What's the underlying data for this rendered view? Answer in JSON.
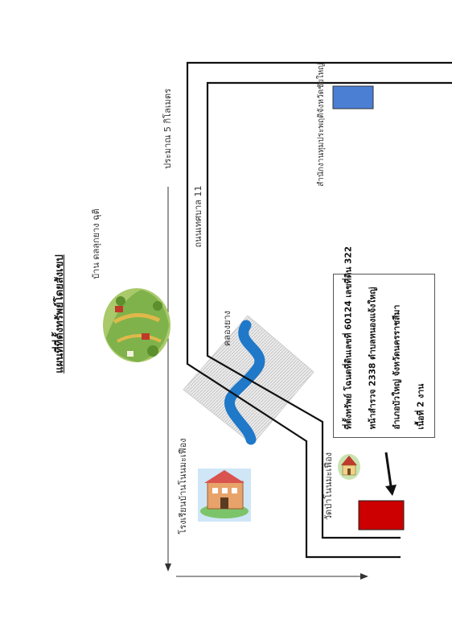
{
  "map": {
    "title": "แผนที่ที่ตั้งทรัพย์โดยสังเขป",
    "labels": {
      "village": "บ้าน ดลลุกยาง ฉุติ",
      "distance": "ประมาณ 5 กิโลเมตร",
      "road": "ถนนเทศบาล 11",
      "canal": "คลองยาง",
      "school": "โรงเรียนบ้านโนนมะเฟือง",
      "temple": "วัดป่าโนนมะเฟือง",
      "office": "สำนักงานทุมประพฤติจังหวัดชัยใหญ่"
    },
    "property_info": [
      "ที่ตั้งทรัพย์ โฉนดที่ดินเลขที่ 60124 เลขที่ดิน 322",
      "หน้าสำรวจ 2338 ตำบลหนองแจ้งใหญ่",
      "อำเภอบัวใหญ่ จังหวัดนครราชสีมา",
      "เนื้อที่ 2 งาน"
    ],
    "colors": {
      "road": "#111111",
      "river": "#1f78c8",
      "property_marker": "#cc0000",
      "office_marker": "#4a7fd4",
      "hatch": "#c8c8c8"
    }
  }
}
